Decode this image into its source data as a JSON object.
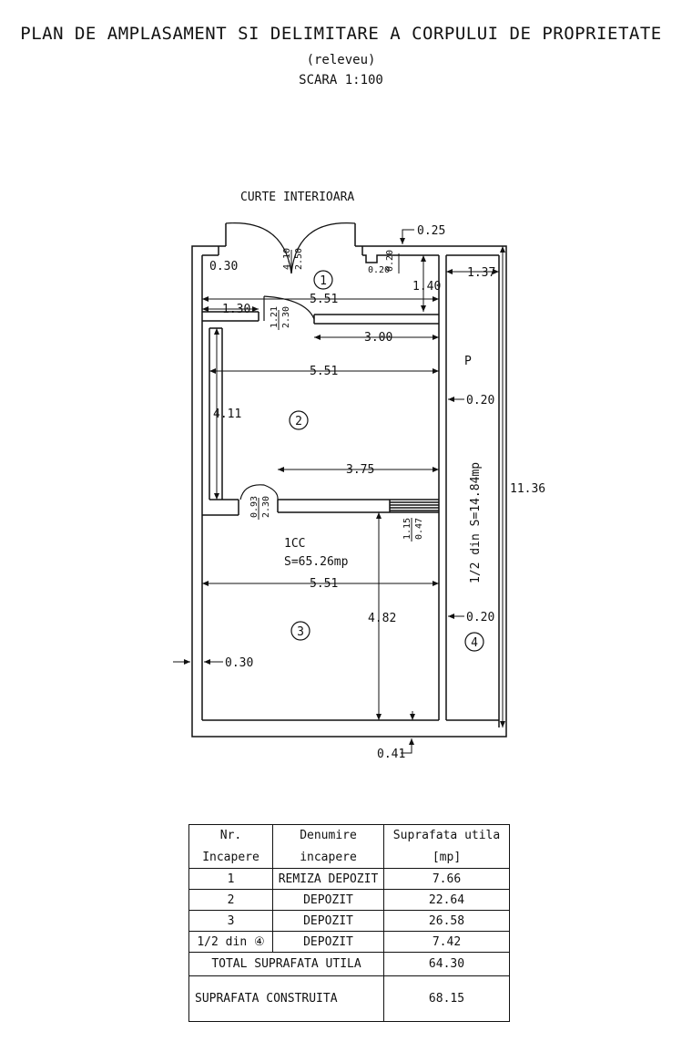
{
  "header": {
    "title": "PLAN DE AMPLASAMENT SI DELIMITARE A CORPULUI DE PROPRIETATE",
    "subtitle": "(releveu)",
    "scale": "SCARA 1:100"
  },
  "plan": {
    "courtyard_label": "CURTE INTERIOARA",
    "rooms": {
      "r1": "1",
      "r2": "2",
      "r3": "3",
      "r4": "4",
      "p": "P"
    },
    "unit_label": "1CC",
    "unit_area": "S=65.26mp",
    "strip_label": "1/2 din S=14.84mp",
    "dimensions": {
      "top_slab": "0.25",
      "left_wall": "0.30",
      "door1_a": "4.10",
      "door1_b": "2.50",
      "pillar_a": "0.20",
      "pillar_b": "0.20",
      "room1_depth": "1.40",
      "strip_width": "1.37",
      "room1_width": "5.51",
      "corridor": "1.30",
      "door2_a": "1.21",
      "door2_b": "2.30",
      "opening": "3.00",
      "room2_width": "5.51",
      "wall_a": "0.20",
      "room2_depth": "4.11",
      "span": "3.75",
      "total_height": "11.36",
      "door3_a": "0.93",
      "door3_b": "2.30",
      "stair_a": "1.15",
      "stair_b": "0.47",
      "room3_width": "5.51",
      "wall_b": "0.20",
      "room3_depth": "4.82",
      "wall_left": "0.30",
      "bottom_wall": "0.41"
    }
  },
  "table": {
    "head": [
      "Nr.",
      "Denumire",
      "Suprafata utila"
    ],
    "head2": [
      "Incapere",
      "incapere",
      "[mp]"
    ],
    "rows": [
      {
        "nr": "1",
        "name": "REMIZA DEPOZIT",
        "area": "7.66"
      },
      {
        "nr": "2",
        "name": "DEPOZIT",
        "area": "22.64"
      },
      {
        "nr": "3",
        "name": "DEPOZIT",
        "area": "26.58"
      },
      {
        "nr": "1/2 din ④",
        "name": "DEPOZIT",
        "area": "7.42"
      }
    ],
    "total_label": "TOTAL SUPRAFATA UTILA",
    "total_value": "64.30",
    "built_label": "SUPRAFATA CONSTRUITA",
    "built_value": "68.15"
  }
}
